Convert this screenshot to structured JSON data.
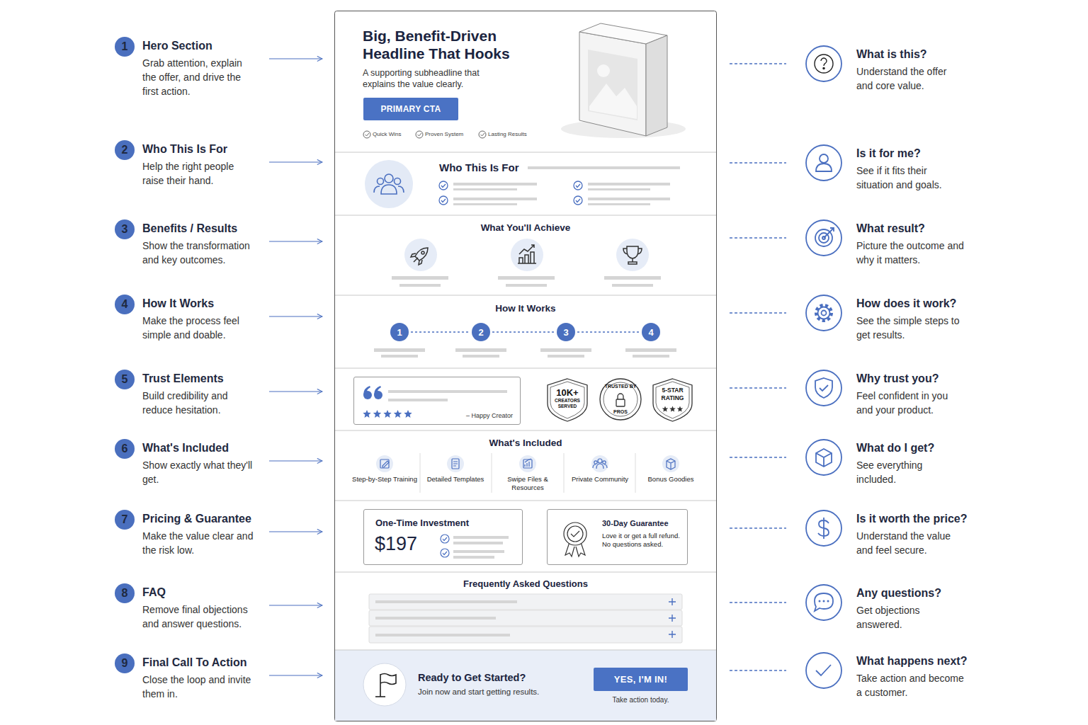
{
  "diagram": {
    "nodes": [
      {
        "text": [
          "Hero Section",
          "Grab attention, explain the offer, and drive the first action."
        ]
      },
      {
        "text": [
          "1"
        ],
        "in": 0
      },
      {
        "text": [
          "Who This Is For",
          "Help the right people raise their hand."
        ]
      },
      {
        "text": [
          "2"
        ],
        "in": 2
      },
      {
        "text": [
          "Benefits / Results",
          "Show the transformation and key outcomes."
        ]
      },
      {
        "text": [
          "3"
        ],
        "in": 4
      },
      {
        "text": [
          "How It Works",
          "Make the process feel simple and doable."
        ]
      },
      {
        "text": [
          "4"
        ],
        "in": 6
      },
      {
        "text": [
          "Trust Elements",
          "Build credibility and reduce hesitation."
        ]
      },
      {
        "text": [
          "5"
        ],
        "in": 8
      },
      {
        "text": [
          "What's Included",
          "Show exactly what they'll get."
        ]
      },
      {
        "text": [
          "6"
        ],
        "in": 10
      },
      {
        "text": [
          "Pricing & Guarantee",
          "Make the value clear and the risk low."
        ]
      },
      {
        "text": [
          "7"
        ],
        "in": 12
      },
      {
        "text": [
          "FAQ",
          "Remove final objections and answer questions."
        ]
      },
      {
        "text": [
          "8"
        ],
        "in": 14
      },
      {
        "text": [
          "Final Call To Action",
          "Close the loop and invite them in."
        ]
      },
      {
        "text": [
          "9"
        ],
        "in": 16
      },
      {
        "text": [
          "Big, Benefit-Driven Headline That Hooks",
          "A supporting subheadline that explains the value clearly.",
          "Quick Wins",
          "Proven System",
          "Lasting Results"
        ]
      },
      {
        "text": [
          "PRIMARY CTA"
        ],
        "in": 18
      },
      {
        "text": [
          "Who This Is For"
        ]
      },
      {
        "text": [
          "What You'll Achieve"
        ]
      },
      {
        "text": [
          "How It Works"
        ]
      },
      {
        "text": [
          "1"
        ],
        "in": 22
      },
      {
        "text": [
          "2"
        ],
        "in": 22
      },
      {
        "text": [
          "3"
        ],
        "in": 22
      },
      {
        "text": [
          "4"
        ],
        "in": 22
      },
      {
        "text": [
          "– Happy Creator"
        ]
      },
      {
        "text": [
          "10K+",
          "CREATORS SERVED"
        ]
      },
      {
        "text": [
          "TRUSTED BY",
          "PROS"
        ]
      },
      {
        "text": [
          "5-STAR RATING"
        ]
      },
      {
        "text": [
          "What's Included",
          "Step-by-Step Training",
          "Detailed Templates",
          "Swipe Files & Resources",
          "Private Community",
          "Bonus Goodies"
        ]
      },
      {
        "text": [
          "One-Time Investment",
          "$197"
        ]
      },
      {
        "text": [
          "30-Day Guarantee",
          "Love it or get a full refund. No questions asked."
        ]
      },
      {
        "text": [
          "Frequently Asked Questions"
        ]
      },
      {
        "text": [
          "Ready to Get Started?",
          "Join now and start getting results.",
          "Take action today."
        ]
      },
      {
        "text": [
          "YES, I'M IN!"
        ],
        "in": 35
      },
      {
        "text": [
          "What is this?",
          "Understand the offer and core value."
        ]
      },
      {
        "text": [
          "Is it for me?",
          "See if it fits their situation and goals."
        ]
      },
      {
        "text": [
          "What result?",
          "Picture the outcome and why it matters."
        ]
      },
      {
        "text": [
          "How does it work?",
          "See the simple steps to get results."
        ]
      },
      {
        "text": [
          "Why trust you?",
          "Feel confident in you and your product."
        ]
      },
      {
        "text": [
          "What do I get?",
          "See everything included."
        ]
      },
      {
        "text": [
          "Is it worth the price?",
          "Understand the value and feel secure."
        ]
      },
      {
        "text": [
          "Any questions?",
          "Get objections answered."
        ]
      },
      {
        "text": [
          "What happens next?",
          "Take action and become a customer."
        ]
      }
    ],
    "edges": [
      {
        "from": 0,
        "to": 18,
        "arrow": "to"
      },
      {
        "from": 2,
        "to": 20,
        "arrow": "to"
      },
      {
        "from": 4,
        "to": 21,
        "arrow": "to"
      },
      {
        "from": 6,
        "to": 22,
        "arrow": "to"
      },
      {
        "from": 8,
        "to": 27,
        "arrow": "to"
      },
      {
        "from": 10,
        "to": 31,
        "arrow": "to"
      },
      {
        "from": 12,
        "to": 32,
        "arrow": "to"
      },
      {
        "from": 14,
        "to": 34,
        "arrow": "to"
      },
      {
        "from": 16,
        "to": 35,
        "arrow": "to"
      },
      {
        "from": 23,
        "to": 24,
        "arrow": "none"
      },
      {
        "from": 24,
        "to": 25,
        "arrow": "none"
      },
      {
        "from": 25,
        "to": 26,
        "arrow": "none"
      },
      {
        "from": 18,
        "to": 37,
        "arrow": "none"
      },
      {
        "from": 20,
        "to": 38,
        "arrow": "none"
      },
      {
        "from": 21,
        "to": 39,
        "arrow": "none"
      },
      {
        "from": 22,
        "to": 40,
        "arrow": "none"
      },
      {
        "from": 30,
        "to": 41,
        "arrow": "none"
      },
      {
        "from": 31,
        "to": 42,
        "arrow": "none"
      },
      {
        "from": 33,
        "to": 43,
        "arrow": "none"
      },
      {
        "from": 34,
        "to": 44,
        "arrow": "none"
      },
      {
        "from": 35,
        "to": 45,
        "arrow": "none"
      }
    ]
  }
}
